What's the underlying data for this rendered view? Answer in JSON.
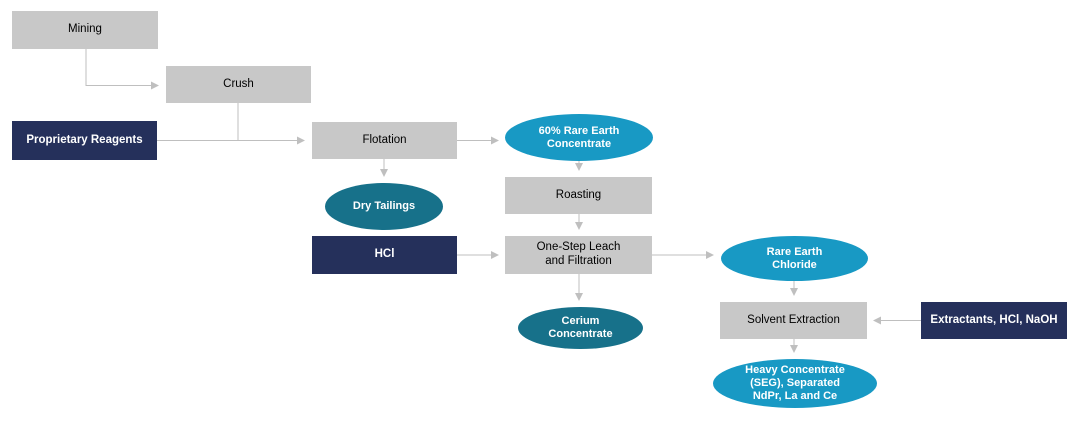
{
  "diagram": {
    "colors": {
      "process_box": "#C8C8C8",
      "reagent_box": "#25305B",
      "output_ellipse": "#1899C4",
      "byproduct_ellipse": "#17718A",
      "connector": "#BFBFBF"
    },
    "nodes": {
      "mining": {
        "label": "Mining"
      },
      "crush": {
        "label": "Crush"
      },
      "proprietary_reagents": {
        "label": "Proprietary Reagents"
      },
      "flotation": {
        "label": "Flotation"
      },
      "rare_earth_concentrate": {
        "label": "60% Rare Earth\nConcentrate"
      },
      "dry_tailings": {
        "label": "Dry Tailings"
      },
      "roasting": {
        "label": "Roasting"
      },
      "hcl": {
        "label": "HCl"
      },
      "leach": {
        "label": "One-Step Leach\nand Filtration"
      },
      "rare_earth_chloride": {
        "label": "Rare Earth\nChloride"
      },
      "cerium_concentrate": {
        "label": "Cerium\nConcentrate"
      },
      "solvent_extraction": {
        "label": "Solvent Extraction"
      },
      "extractants": {
        "label": "Extractants, HCl, NaOH"
      },
      "heavy_concentrate": {
        "label": "Heavy  Concentrate\n(SEG), Separated\nNdPr, La and Ce"
      }
    }
  }
}
